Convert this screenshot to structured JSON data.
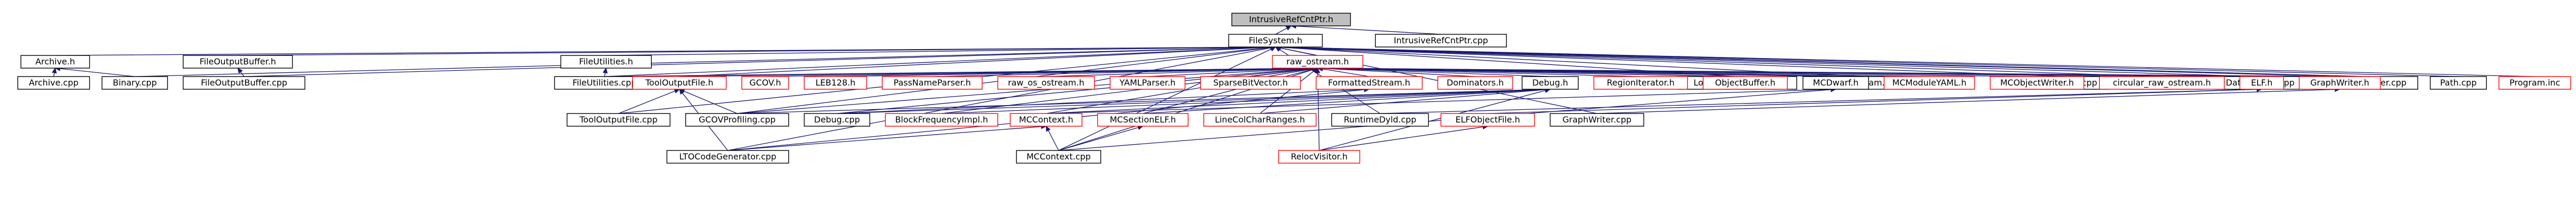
{
  "colors": {
    "edge": "#191970",
    "node_border_complete": "#000000",
    "node_border_truncated": "#ff0000",
    "node_fill": "#ffffff",
    "node_fill_current": "#bfbfbf",
    "text": "#000000"
  },
  "nodes": [
    {
      "id": "root",
      "label": "IntrusiveRefCntPtr.h",
      "kind": "current"
    },
    {
      "id": "filesystem_h",
      "label": "FileSystem.h",
      "kind": "normal"
    },
    {
      "id": "intrusive_cpp",
      "label": "IntrusiveRefCntPtr.cpp",
      "kind": "normal"
    },
    {
      "id": "archive_h",
      "label": "Archive.h",
      "kind": "normal"
    },
    {
      "id": "archive_cpp",
      "label": "Archive.cpp",
      "kind": "normal"
    },
    {
      "id": "binary_cpp",
      "label": "Binary.cpp",
      "kind": "normal"
    },
    {
      "id": "fileoutputbuffer_h",
      "label": "FileOutputBuffer.h",
      "kind": "normal"
    },
    {
      "id": "fileoutputbuffer_cpp",
      "label": "FileOutputBuffer.cpp",
      "kind": "normal"
    },
    {
      "id": "fileutilities_h",
      "label": "FileUtilities.h",
      "kind": "normal"
    },
    {
      "id": "fileutilities_cpp",
      "label": "FileUtilities.cpp",
      "kind": "normal"
    },
    {
      "id": "raw_ostream_h",
      "label": "raw_ostream.h",
      "kind": "truncated"
    },
    {
      "id": "lockfilemanager_cpp",
      "label": "LockFileManager.cpp",
      "kind": "normal"
    },
    {
      "id": "raw_ostream_cpp",
      "label": "raw_ostream.cpp",
      "kind": "normal"
    },
    {
      "id": "ltomodule_cpp",
      "label": "LTOModule.cpp",
      "kind": "normal"
    },
    {
      "id": "objectfile_cpp",
      "label": "ObjectFile.cpp",
      "kind": "normal"
    },
    {
      "id": "datastream_cpp",
      "label": "DataStream.cpp",
      "kind": "normal"
    },
    {
      "id": "memorybuffer_cpp",
      "label": "MemoryBuffer.cpp",
      "kind": "normal"
    },
    {
      "id": "path_cpp",
      "label": "Path.cpp",
      "kind": "normal"
    },
    {
      "id": "program_inc",
      "label": "Program.inc",
      "kind": "truncated"
    },
    {
      "id": "tooloutputfile_h",
      "label": "ToolOutputFile.h",
      "kind": "truncated"
    },
    {
      "id": "gcov_h",
      "label": "GCOV.h",
      "kind": "truncated"
    },
    {
      "id": "leb128_h",
      "label": "LEB128.h",
      "kind": "truncated"
    },
    {
      "id": "passnameparser_h",
      "label": "PassNameParser.h",
      "kind": "truncated"
    },
    {
      "id": "raw_os_ostream_h",
      "label": "raw_os_ostream.h",
      "kind": "truncated"
    },
    {
      "id": "yamlparser_h",
      "label": "YAMLParser.h",
      "kind": "truncated"
    },
    {
      "id": "sparsebitvector_h",
      "label": "SparseBitVector.h",
      "kind": "truncated"
    },
    {
      "id": "formattedstream_h",
      "label": "FormattedStream.h",
      "kind": "truncated"
    },
    {
      "id": "dominators_h",
      "label": "Dominators.h",
      "kind": "truncated"
    },
    {
      "id": "debug_h",
      "label": "Debug.h",
      "kind": "normal"
    },
    {
      "id": "regioniterator_h",
      "label": "RegionIterator.h",
      "kind": "truncated"
    },
    {
      "id": "objectbuffer_h",
      "label": "ObjectBuffer.h",
      "kind": "truncated"
    },
    {
      "id": "mcdwarf_h",
      "label": "MCDwarf.h",
      "kind": "normal"
    },
    {
      "id": "mcmoduleyaml_h",
      "label": "MCModuleYAML.h",
      "kind": "truncated"
    },
    {
      "id": "mcobjectwriter_h",
      "label": "MCObjectWriter.h",
      "kind": "truncated"
    },
    {
      "id": "circular_raw_ostream_h",
      "label": "circular_raw_ostream.h",
      "kind": "truncated"
    },
    {
      "id": "elf_h",
      "label": "ELF.h",
      "kind": "truncated"
    },
    {
      "id": "graphwriter_h",
      "label": "GraphWriter.h",
      "kind": "truncated"
    },
    {
      "id": "tooloutputfile_cpp",
      "label": "ToolOutputFile.cpp",
      "kind": "normal"
    },
    {
      "id": "gcovprofiling_cpp",
      "label": "GCOVProfiling.cpp",
      "kind": "normal"
    },
    {
      "id": "debug_cpp",
      "label": "Debug.cpp",
      "kind": "normal"
    },
    {
      "id": "blockfrequencyimpl_h",
      "label": "BlockFrequencyImpl.h",
      "kind": "truncated"
    },
    {
      "id": "mccontext_h",
      "label": "MCContext.h",
      "kind": "truncated"
    },
    {
      "id": "mcsectionelf_h",
      "label": "MCSectionELF.h",
      "kind": "truncated"
    },
    {
      "id": "linecolchanges_h",
      "label": "LineColCharRanges.h",
      "kind": "truncated"
    },
    {
      "id": "runtimedyld_cpp",
      "label": "RuntimeDyld.cpp",
      "kind": "normal"
    },
    {
      "id": "elfobjectfile_h",
      "label": "ELFObjectFile.h",
      "kind": "truncated"
    },
    {
      "id": "graphwriter_cpp",
      "label": "GraphWriter.cpp",
      "kind": "normal"
    },
    {
      "id": "ltocodegenerator_cpp",
      "label": "LTOCodeGenerator.cpp",
      "kind": "normal"
    },
    {
      "id": "mccontext_cpp",
      "label": "MCContext.cpp",
      "kind": "normal"
    },
    {
      "id": "relocvisitor_h",
      "label": "RelocVisitor.h",
      "kind": "truncated"
    }
  ],
  "edges": [
    [
      "root",
      "filesystem_h"
    ],
    [
      "root",
      "intrusive_cpp"
    ],
    [
      "filesystem_h",
      "archive_h"
    ],
    [
      "filesystem_h",
      "binary_cpp"
    ],
    [
      "filesystem_h",
      "fileoutputbuffer_h"
    ],
    [
      "filesystem_h",
      "fileoutputbuffer_cpp"
    ],
    [
      "filesystem_h",
      "fileutilities_h"
    ],
    [
      "filesystem_h",
      "fileutilities_cpp"
    ],
    [
      "filesystem_h",
      "raw_ostream_h"
    ],
    [
      "filesystem_h",
      "tooloutputfile_h"
    ],
    [
      "filesystem_h",
      "gcovprofiling_cpp"
    ],
    [
      "filesystem_h",
      "tooloutputfile_cpp"
    ],
    [
      "filesystem_h",
      "ltocodegenerator_cpp"
    ],
    [
      "filesystem_h",
      "lockfilemanager_cpp"
    ],
    [
      "filesystem_h",
      "raw_ostream_cpp"
    ],
    [
      "filesystem_h",
      "graphwriter_h"
    ],
    [
      "filesystem_h",
      "graphwriter_cpp"
    ],
    [
      "filesystem_h",
      "runtimedyld_cpp"
    ],
    [
      "filesystem_h",
      "mccontext_cpp"
    ],
    [
      "filesystem_h",
      "ltomodule_cpp"
    ],
    [
      "filesystem_h",
      "objectfile_cpp"
    ],
    [
      "filesystem_h",
      "datastream_cpp"
    ],
    [
      "filesystem_h",
      "memorybuffer_cpp"
    ],
    [
      "filesystem_h",
      "path_cpp"
    ],
    [
      "filesystem_h",
      "program_inc"
    ],
    [
      "archive_h",
      "archive_cpp"
    ],
    [
      "archive_h",
      "binary_cpp"
    ],
    [
      "fileoutputbuffer_h",
      "fileoutputbuffer_cpp"
    ],
    [
      "fileutilities_h",
      "fileutilities_cpp"
    ],
    [
      "raw_ostream_h",
      "tooloutputfile_h"
    ],
    [
      "raw_ostream_h",
      "gcov_h"
    ],
    [
      "raw_ostream_h",
      "leb128_h"
    ],
    [
      "raw_ostream_h",
      "passnameparser_h"
    ],
    [
      "raw_ostream_h",
      "raw_os_ostream_h"
    ],
    [
      "raw_ostream_h",
      "yamlparser_h"
    ],
    [
      "raw_ostream_h",
      "sparsebitvector_h"
    ],
    [
      "raw_ostream_h",
      "formattedstream_h"
    ],
    [
      "raw_ostream_h",
      "dominators_h"
    ],
    [
      "raw_ostream_h",
      "debug_h"
    ],
    [
      "raw_ostream_h",
      "regioniterator_h"
    ],
    [
      "raw_ostream_h",
      "objectbuffer_h"
    ],
    [
      "raw_ostream_h",
      "mcdwarf_h"
    ],
    [
      "raw_ostream_h",
      "mcmoduleyaml_h"
    ],
    [
      "raw_ostream_h",
      "mcobjectwriter_h"
    ],
    [
      "raw_ostream_h",
      "circular_raw_ostream_h"
    ],
    [
      "raw_ostream_h",
      "elf_h"
    ],
    [
      "raw_ostream_h",
      "graphwriter_h"
    ],
    [
      "raw_ostream_h",
      "lockfilemanager_cpp"
    ],
    [
      "raw_ostream_h",
      "raw_ostream_cpp"
    ],
    [
      "raw_ostream_h",
      "fileutilities_cpp"
    ],
    [
      "raw_ostream_h",
      "gcovprofiling_cpp"
    ],
    [
      "raw_ostream_h",
      "debug_cpp"
    ],
    [
      "raw_ostream_h",
      "blockfrequencyimpl_h"
    ],
    [
      "raw_ostream_h",
      "mccontext_h"
    ],
    [
      "raw_ostream_h",
      "mcsectionelf_h"
    ],
    [
      "raw_ostream_h",
      "linecolchanges_h"
    ],
    [
      "raw_ostream_h",
      "relocvisitor_h"
    ],
    [
      "raw_ostream_h",
      "mccontext_cpp"
    ],
    [
      "tooloutputfile_h",
      "tooloutputfile_cpp"
    ],
    [
      "tooloutputfile_h",
      "gcovprofiling_cpp"
    ],
    [
      "tooloutputfile_h",
      "ltocodegenerator_cpp"
    ],
    [
      "formattedstream_h",
      "debug_cpp"
    ],
    [
      "formattedstream_h",
      "ltocodegenerator_cpp"
    ],
    [
      "debug_h",
      "gcovprofiling_cpp"
    ],
    [
      "debug_h",
      "debug_cpp"
    ],
    [
      "debug_h",
      "blockfrequencyimpl_h"
    ],
    [
      "debug_h",
      "mccontext_h"
    ],
    [
      "debug_h",
      "mcsectionelf_h"
    ],
    [
      "debug_h",
      "linecolchanges_h"
    ],
    [
      "debug_h",
      "relocvisitor_h"
    ],
    [
      "mcdwarf_h",
      "mccontext_h"
    ],
    [
      "mcdwarf_h",
      "mccontext_cpp"
    ],
    [
      "mccontext_h",
      "ltocodegenerator_cpp"
    ],
    [
      "mccontext_h",
      "mccontext_cpp"
    ],
    [
      "mcsectionelf_h",
      "mccontext_cpp"
    ],
    [
      "elf_h",
      "runtimedyld_cpp"
    ],
    [
      "elf_h",
      "elfobjectfile_h"
    ],
    [
      "elfobjectfile_h",
      "relocvisitor_h"
    ],
    [
      "graphwriter_h",
      "graphwriter_cpp"
    ]
  ]
}
